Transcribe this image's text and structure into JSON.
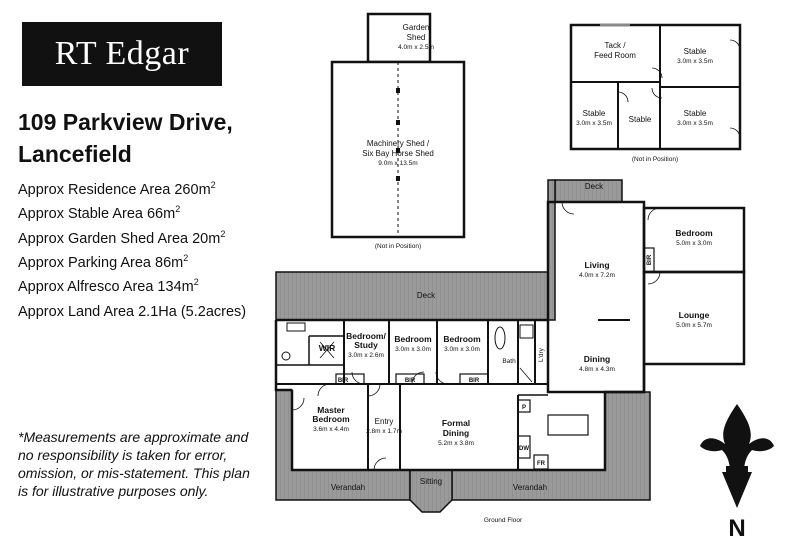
{
  "logo": "RT Edgar",
  "address": {
    "line1": "109 Parkview Drive,",
    "line2": "Lancefield"
  },
  "areas": [
    {
      "text": "Approx Residence Area 260m",
      "sup": "2",
      "tail": ""
    },
    {
      "text": "Approx Stable Area 66m",
      "sup": "2",
      "tail": ""
    },
    {
      "text": "Approx Garden Shed Area 20m",
      "sup": "2",
      "tail": ""
    },
    {
      "text": "Approx Parking Area 86m",
      "sup": "2",
      "tail": ""
    },
    {
      "text": "Approx Alfresco Area 134m",
      "sup": "2",
      "tail": ""
    },
    {
      "text": "Approx Land Area 2.1Ha (5.2acres)",
      "sup": "",
      "tail": ""
    }
  ],
  "disclaimer": "*Measurements are approximate and no responsibility is taken for error, omission, or mis-statement. This plan is for illustrative purposes only.",
  "outbuildings": {
    "garden_shed": {
      "name": "Garden\nShed",
      "dims": "4.0m x 2.5m"
    },
    "machinery_shed": {
      "name": "Machinery Shed /\nSix Bay Horse Shed",
      "dims": "9.0m x 13.5m"
    },
    "shed_note": "(Not in Position)",
    "stables_note": "(Not in Position)",
    "tack": {
      "name": "Tack /\nFeed Room"
    },
    "stable_tr": {
      "name": "Stable",
      "dims": "3.0m x 3.5m"
    },
    "stable_bl": {
      "name": "Stable",
      "dims": "3.0m x 3.5m"
    },
    "stable_mid": {
      "name": "Stable"
    },
    "stable_br": {
      "name": "Stable",
      "dims": "3.0m x 3.5m"
    }
  },
  "rooms": {
    "deck_top": "Deck",
    "deck_main": "Deck",
    "living": {
      "name": "Living",
      "dims": "4.0m x 7.2m"
    },
    "bedroom_r": {
      "name": "Bedroom",
      "dims": "5.0m x 3.0m"
    },
    "lounge": {
      "name": "Lounge",
      "dims": "5.0m x 5.7m"
    },
    "dining": {
      "name": "Dining",
      "dims": "4.8m x 4.3m"
    },
    "study": {
      "name": "Bedroom/\nStudy",
      "dims": "3.0m x 2.6m"
    },
    "bedroom_2": {
      "name": "Bedroom",
      "dims": "3.0m x 3.0m"
    },
    "bedroom_3": {
      "name": "Bedroom",
      "dims": "3.0m x 3.0m"
    },
    "bath": "Bath",
    "ldry": "L'dry",
    "wir": "WIR",
    "master": {
      "name": "Master\nBedroom",
      "dims": "3.6m x 4.4m"
    },
    "entry": {
      "name": "Entry",
      "dims": "2.8m x 1.7m"
    },
    "formal": {
      "name": "Formal\nDining",
      "dims": "5.2m x 3.8m"
    },
    "sitting": "Sitting",
    "verandah_l": "Verandah",
    "verandah_r": "Verandah",
    "floor": "Ground Floor",
    "bir": "BIR",
    "pantry": "P",
    "dw": "DW",
    "fridge": "FR"
  },
  "north": "N"
}
